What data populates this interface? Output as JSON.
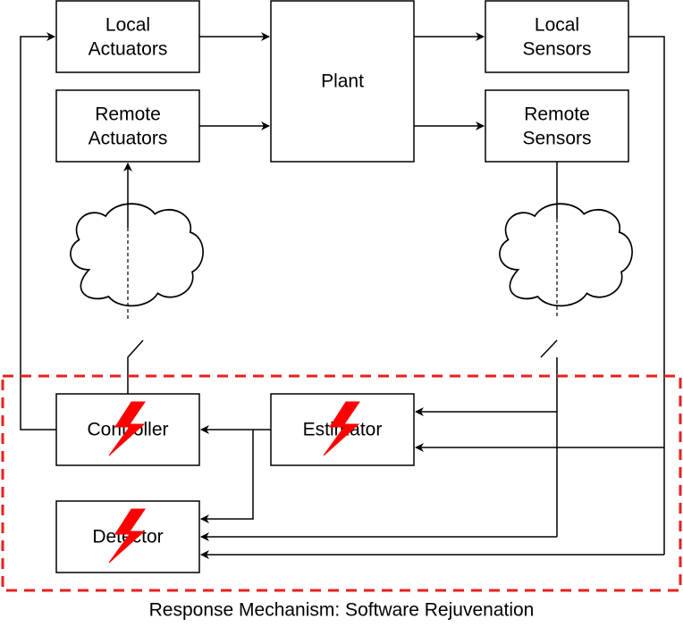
{
  "blocks": {
    "local_actuators": [
      "Local",
      "Actuators"
    ],
    "remote_actuators": [
      "Remote",
      "Actuators"
    ],
    "plant": "Plant",
    "local_sensors": [
      "Local",
      "Sensors"
    ],
    "remote_sensors": [
      "Remote",
      "Sensors"
    ],
    "controller": "Controller",
    "estimator": "Estimator",
    "detector": "Detector"
  },
  "response_zone": {
    "caption": "Response Mechanism: Software Rejuvenation"
  },
  "colors": {
    "zone_border": "#e8201f",
    "attack_bolt": "#ff0000",
    "stroke": "#000000",
    "fill": "#ffffff"
  },
  "icons": [
    "cloud-icon",
    "lightning-bolt-icon",
    "network-switch-icon"
  ]
}
